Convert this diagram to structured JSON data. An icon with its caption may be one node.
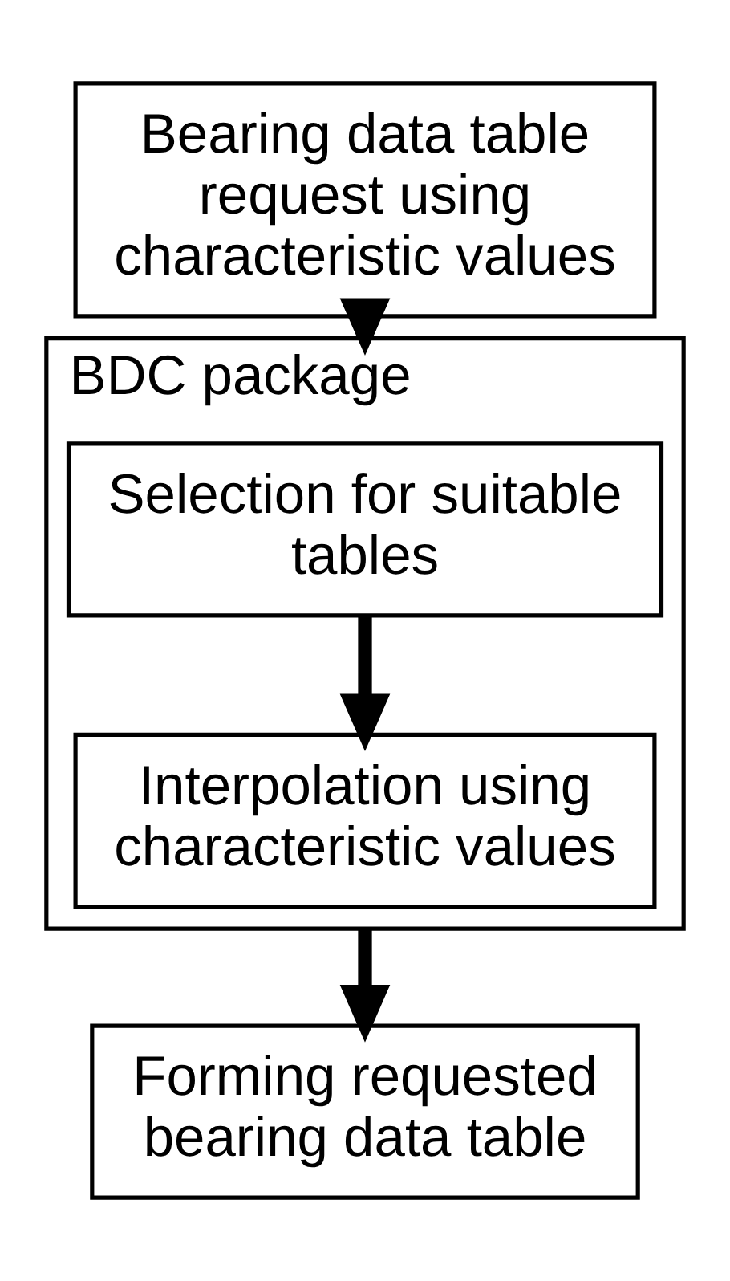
{
  "diagram": {
    "nodes": [
      {
        "text": [
          "Bearing data table request using characteristic values"
        ]
      },
      {
        "text": [
          "BDC package"
        ]
      },
      {
        "text": [
          "Selection for suitable tables"
        ],
        "in": 1
      },
      {
        "text": [
          "Interpolation using characteristic values"
        ],
        "in": 1
      },
      {
        "text": [
          "Forming requested bearing data table"
        ]
      }
    ],
    "edges": [
      {
        "from": 0,
        "to": 1,
        "arrow": "to"
      },
      {
        "from": 2,
        "to": 3,
        "arrow": "to"
      },
      {
        "from": 1,
        "to": 4,
        "arrow": "to"
      }
    ]
  }
}
